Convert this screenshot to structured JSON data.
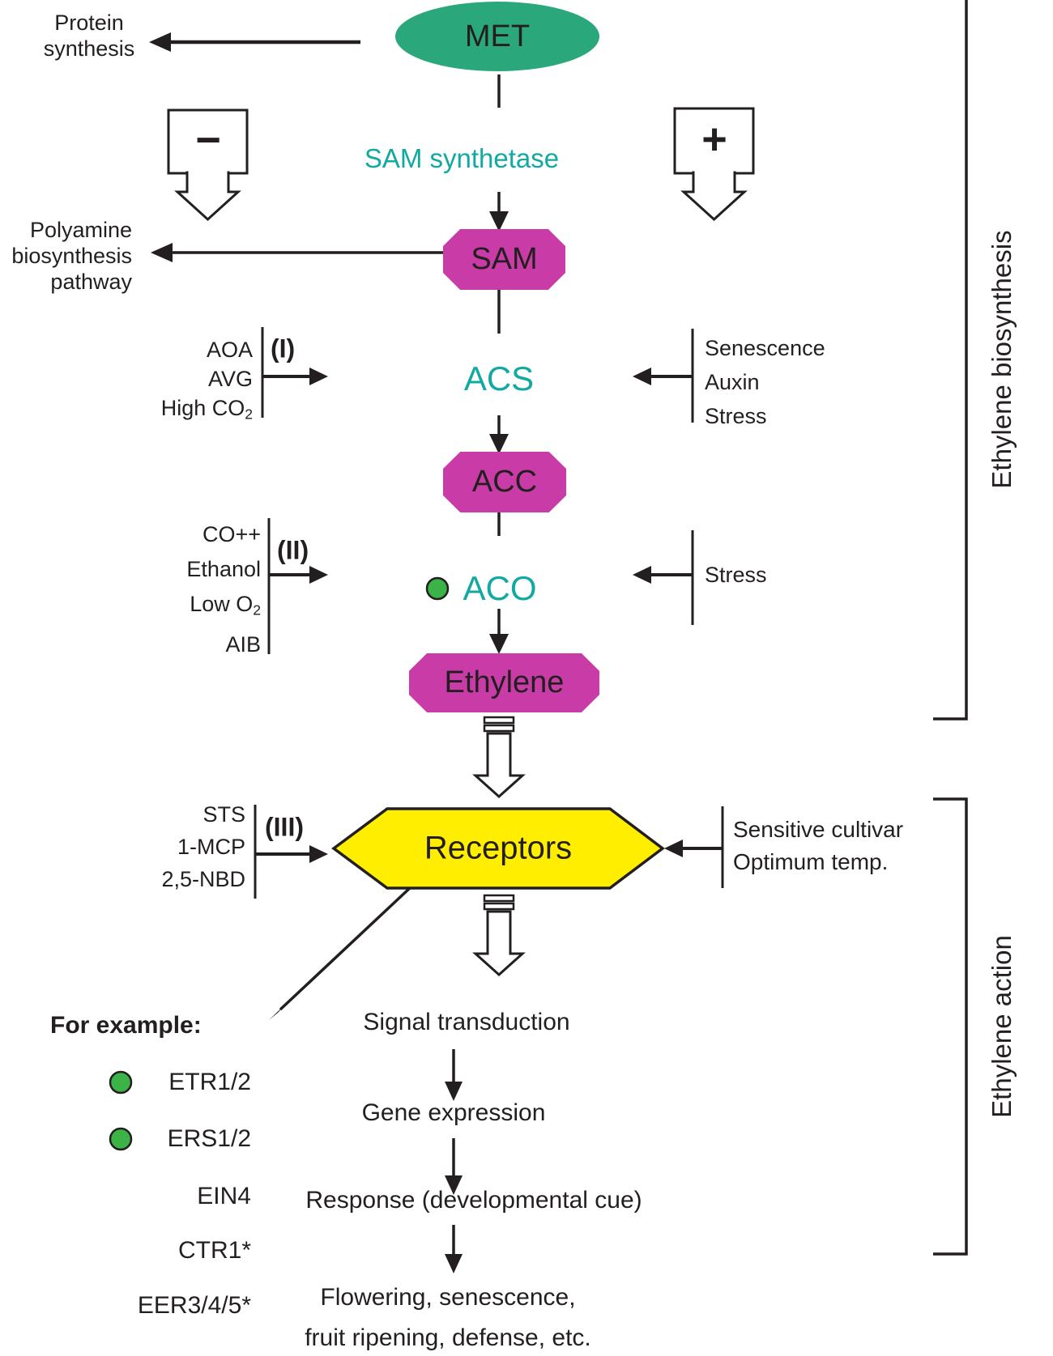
{
  "title": "Ethylene biosynthesis and action pathway",
  "colors": {
    "met_green": "#2ba87b",
    "octagon_magenta": "#c93ba6",
    "receptor_yellow": "#ffee00",
    "enzyme_teal": "#11a9a1",
    "dot_green": "#3cb347",
    "line_black": "#231f20"
  },
  "pathway": {
    "met": "MET",
    "sam_synthetase": "SAM synthetase",
    "sam": "SAM",
    "acs": "ACS",
    "acc": "ACC",
    "aco": "ACO",
    "ethylene": "Ethylene",
    "receptors": "Receptors",
    "signal_transduction": "Signal transduction",
    "gene_expression": "Gene expression",
    "response": "Response (developmental cue)",
    "outcome_line1": "Flowering, senescence,",
    "outcome_line2": "fruit ripening, defense, etc."
  },
  "side": {
    "protein_synthesis": {
      "line1": "Protein",
      "line2": "synthesis"
    },
    "polyamine": {
      "line1": "Polyamine",
      "line2": "biosynthesis",
      "line3": "pathway"
    }
  },
  "regulators": {
    "minus": "−",
    "plus": "+"
  },
  "inhibitors": {
    "group1": {
      "label": "(I)",
      "i1": "AOA",
      "i2": "AVG",
      "i3_pre": "High CO",
      "i3_sub": "2"
    },
    "group2": {
      "label": "(II)",
      "i1": "CO++",
      "i2": "Ethanol",
      "i3_pre": "Low O",
      "i3_sub": "2",
      "i4": "AIB"
    },
    "group3": {
      "label": "(III)",
      "i1": "STS",
      "i2": "1-MCP",
      "i3": "2,5-NBD"
    }
  },
  "promoters": {
    "acs": {
      "l1": "Senescence",
      "l2": "Auxin",
      "l3": "Stress"
    },
    "aco": {
      "l1": "Stress"
    },
    "receptors": {
      "l1": "Sensitive cultivar",
      "l2": "Optimum temp."
    }
  },
  "examples": {
    "heading": "For example:",
    "i1": "ETR1/2",
    "i2": "ERS1/2",
    "i3": "EIN4",
    "i4": "CTR1*",
    "i5": "EER3/4/5*"
  },
  "brackets": {
    "biosynthesis": "Ethylene biosynthesis",
    "action": "Ethylene action"
  }
}
